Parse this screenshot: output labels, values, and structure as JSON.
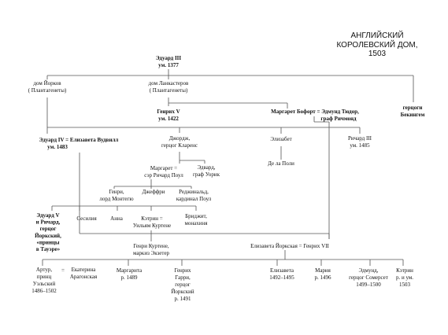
{
  "title": [
    "АНГЛИЙСКИЙ",
    "КОРОЛЕВСКИЙ ДОМ,",
    "1503"
  ],
  "people": {
    "edward3": [
      "Эдуард III",
      "ум. 1377"
    ],
    "york": [
      "дом Йорков",
      "( Плантагенеты)"
    ],
    "lancaster": [
      "дом Ланкастеров",
      "( Плантагенеты)"
    ],
    "henry5": [
      "Генрих V",
      "ум. 1422"
    ],
    "beaufort": [
      "Маргарет Бофорт = Эдмунд Тюдор,",
      "граф Ричмонд"
    ],
    "buckingham": [
      "герцоги",
      "Бекингем"
    ],
    "edward4": [
      "Эдуард IV  =  Елизавета Вудвилл",
      "ум. 1483"
    ],
    "george": [
      "Джордж,",
      "герцог Кларенс"
    ],
    "elizabeth_sister": [
      "Элизабет"
    ],
    "richard3": [
      "Ричард III",
      "ум. 1485"
    ],
    "margaret_pole": [
      "Маргарет =",
      "сэр Ричард Поул"
    ],
    "edward_warwick": [
      "Эдвард,",
      "граф Уорик"
    ],
    "de_la_pole": [
      "Де ла Поли"
    ],
    "henry_montague": [
      "Генри,",
      "лорд Монтегю"
    ],
    "geoffrey": [
      "Джеффри"
    ],
    "reginald": [
      "Реджинальд,",
      "кардинал Поул"
    ],
    "princes": [
      "Эдуард V",
      "и Ричард,",
      "герцог",
      "Йоркский,",
      "«принцы",
      "в Тауэре»"
    ],
    "cecilia": [
      "Сесилия"
    ],
    "anne": [
      "Анна"
    ],
    "catherine": [
      "Кэтрин =",
      "Уильям Куртене"
    ],
    "bridget": [
      "Бриджит,",
      "монахиня"
    ],
    "henry_courtenay": [
      "Генри Куртене,",
      "маркиз Экзетер"
    ],
    "elizabeth_york": [
      "Елизавета Йоркская = Генрих VII"
    ],
    "arthur": [
      "Артур,",
      "принц",
      "Уэльский",
      "1486–1502"
    ],
    "eq": [
      "="
    ],
    "katherine_aragon": [
      "Екатерина",
      "Арагонская"
    ],
    "margaret_t": [
      "Маргарита",
      "р. 1489"
    ],
    "henry_t": [
      "Генрих",
      "Гарри,",
      "герцог",
      "Йоркский",
      "р. 1491"
    ],
    "elizabeth_t": [
      "Елизавета",
      "1492–1495"
    ],
    "mary_t": [
      "Мария",
      "р. 1496"
    ],
    "edmund_t": [
      "Эдмунд,",
      "герцог Сомерсет",
      "1499–1500"
    ],
    "katherine_t": [
      "Кэтрин",
      "р. и ум.",
      "1503"
    ]
  }
}
